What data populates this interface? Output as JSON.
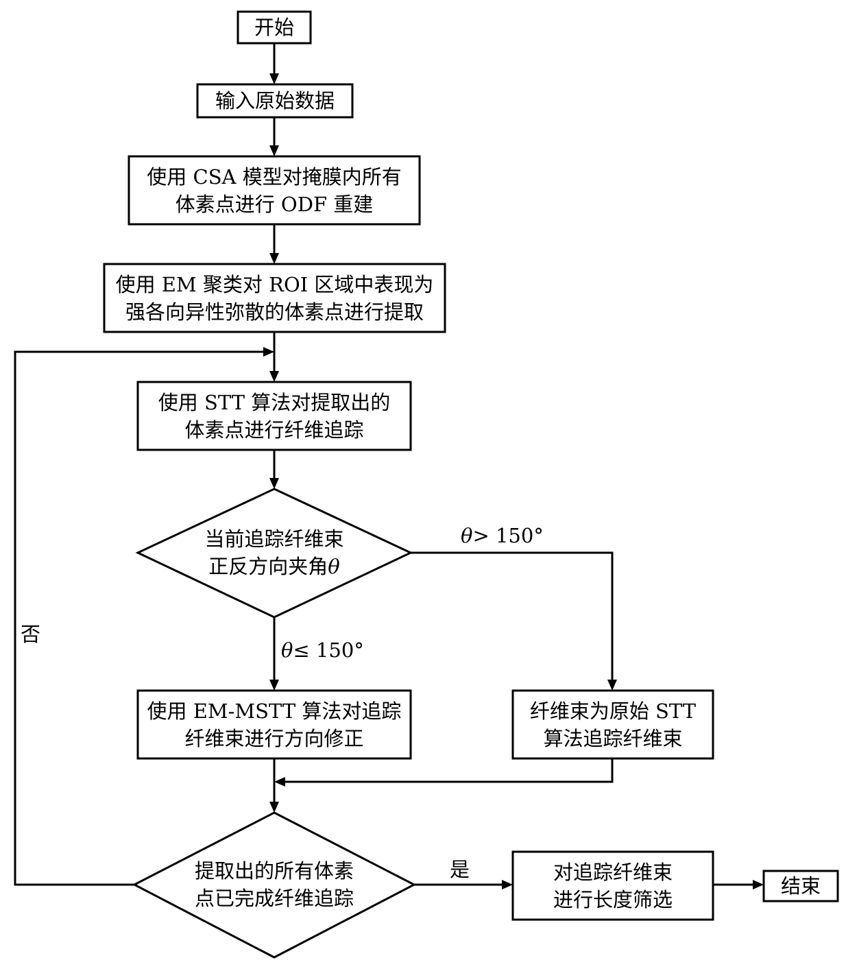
{
  "nodes": {
    "start": {
      "lines": [
        "开始"
      ]
    },
    "input": {
      "lines": [
        "输入原始数据"
      ]
    },
    "csa": {
      "lines": [
        "使用 CSA 模型对掩膜内所有",
        "体素点进行 ODF 重建"
      ]
    },
    "em_cluster": {
      "lines": [
        "使用 EM 聚类对 ROI 区域中表现为",
        "强各向异性弥散的体素点进行提取"
      ]
    },
    "stt": {
      "lines": [
        "使用 STT 算法对提取出的",
        "体素点进行纤维追踪"
      ]
    },
    "angle_decision": {
      "lines": [
        "当前追踪纤维束",
        "正反方向夹角"
      ],
      "symbol": "θ"
    },
    "em_mstt": {
      "lines": [
        "使用 EM-MSTT 算法对追踪",
        "纤维束进行方向修正"
      ]
    },
    "original_stt": {
      "lines": [
        "纤维束为原始 STT",
        "算法追踪纤维束"
      ]
    },
    "done_decision": {
      "lines": [
        "提取出的所有体素",
        "点已完成纤维追踪"
      ]
    },
    "length_filter": {
      "lines": [
        "对追踪纤维束",
        "进行长度筛选"
      ]
    },
    "end": {
      "lines": [
        "结束"
      ]
    }
  },
  "edge_labels": {
    "greater": {
      "symbol": "θ",
      "text": "> 150°"
    },
    "less_equal": {
      "symbol": "θ",
      "text": "≤ 150°"
    },
    "no": "否",
    "yes": "是"
  },
  "colors": {
    "stroke": "#000000",
    "background": "#ffffff"
  }
}
